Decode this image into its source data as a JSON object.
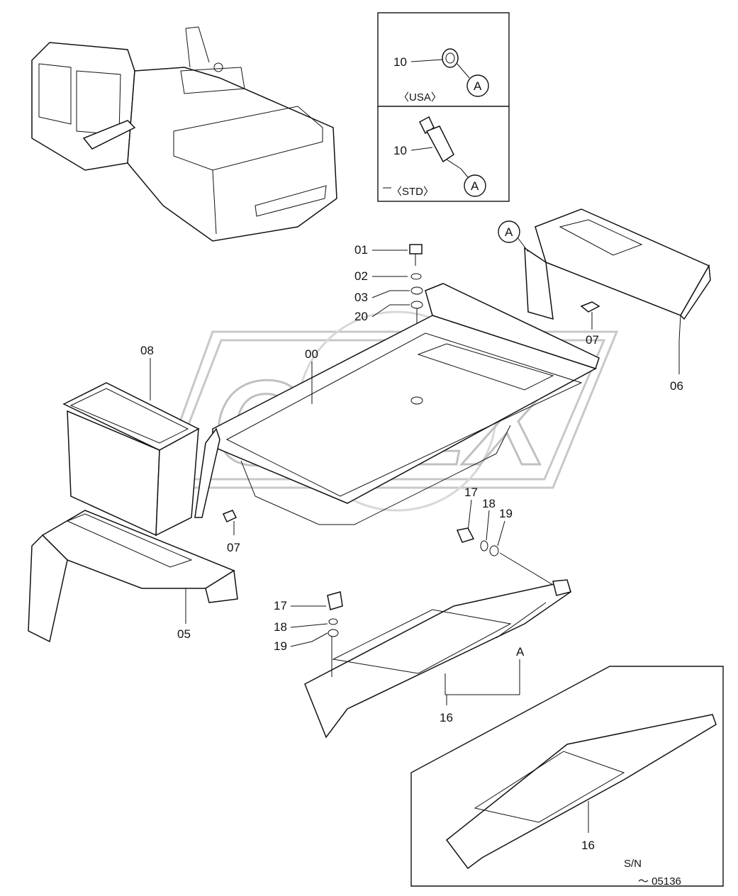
{
  "watermark": "OPEX",
  "inset_top": {
    "usa_label": "〈USA〉",
    "std_label": "〈STD〉",
    "usa_part": "10",
    "std_part": "10",
    "ref_a": "A"
  },
  "callout_a": "A",
  "labels": {
    "p00": "00",
    "p01": "01",
    "p02": "02",
    "p03": "03",
    "p20": "20",
    "p05": "05",
    "p06": "06",
    "p07a": "07",
    "p07b": "07",
    "p08": "08",
    "p16a": "16",
    "p16b": "16",
    "p17a": "17",
    "p18a": "18",
    "p19a": "19",
    "p17b": "17",
    "p18b": "18",
    "p19b": "19",
    "a_mark": "A"
  },
  "inset_bottom": {
    "sn_label": "S/N",
    "sn_range": "～ 05136"
  }
}
